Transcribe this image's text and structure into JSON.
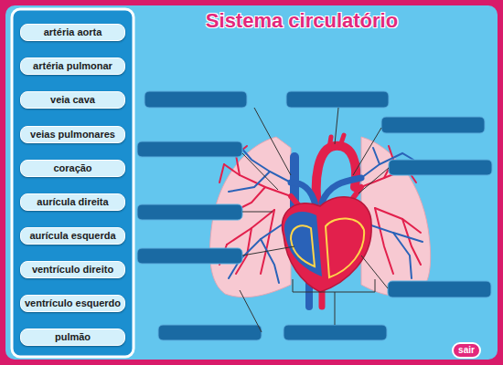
{
  "diagram": {
    "title": "Sistema circulatório",
    "nodes": [
      {
        "text": [
          "artéria aorta"
        ]
      },
      {
        "text": [
          "artéria pulmonar"
        ]
      },
      {
        "text": [
          "veia cava"
        ]
      },
      {
        "text": [
          "veias pulmonares"
        ]
      },
      {
        "text": [
          "coração"
        ]
      },
      {
        "text": [
          "aurícula direita"
        ]
      },
      {
        "text": [
          "aurícula esquerda"
        ]
      },
      {
        "text": [
          "ventrículo direito"
        ]
      },
      {
        "text": [
          "ventrículo esquerdo"
        ]
      },
      {
        "text": [
          "pulmão"
        ]
      },
      {
        "text": [
          "sair"
        ]
      }
    ]
  }
}
